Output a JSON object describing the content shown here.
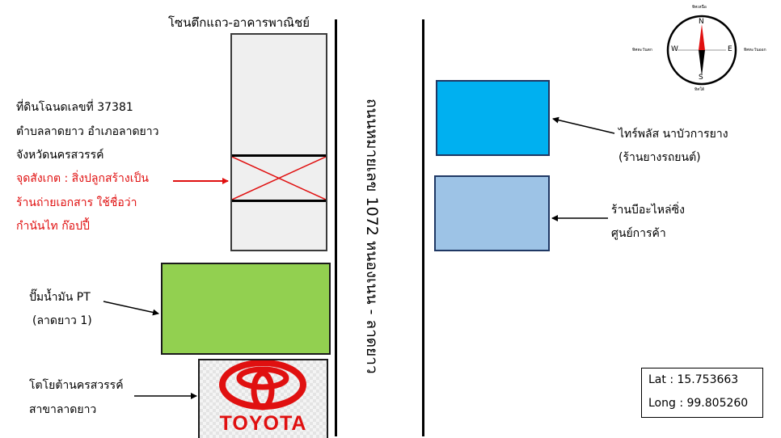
{
  "zone_title": "โซนตึกแถว-อาคารพาณิชย์",
  "road_name": "ถนนหมายเลข 1072 หนองเนน - ลาดยาว",
  "subject": {
    "lines": [
      "ที่ดินโฉนดเลขที่ 37381",
      "ตำบลลาดยาว อำเภอลาดยาว",
      "จังหวัดนครสวรรค์"
    ],
    "note_lines": [
      "จุดสังเกต : สิ่งปลูกสร้างเป็น",
      "ร้านถ่ายเอกสาร ใช้ชื่อว่า",
      "กำนันไท ก๊อปปี้"
    ]
  },
  "gas_station": {
    "lines": [
      "ปั๊มน้ำมัน PT",
      "(ลาดยาว 1)"
    ],
    "color": "#92d050"
  },
  "toyota": {
    "lines": [
      "โตโยต้านครสวรรค์",
      "สาขาลาดยาว"
    ],
    "logo_text": "TOYOTA",
    "logo_color": "#e01010"
  },
  "tire_shop": {
    "lines": [
      "ไทร์พลัส นาบัวการยาง",
      "(ร้านยางรถยนต์)"
    ],
    "color": "#00b0f0"
  },
  "parts_shop": {
    "lines": [
      "ร้านบีอะไหล่ซิ่ง",
      "ศูนย์การค้า"
    ],
    "color": "#9dc3e6"
  },
  "compass": {
    "N": "N",
    "S": "S",
    "E": "E",
    "W": "W",
    "north_label": "ทิศเหนือ",
    "south_label": "ทิศใต้",
    "east_label": "ทิศตะวันออก",
    "west_label": "ทิศตะวันตก"
  },
  "coordinates": {
    "lat": "Lat : 15.753663",
    "long": "Long : 99.805260"
  },
  "colors": {
    "subject_marker": "#e01010",
    "building": "#efefef"
  }
}
